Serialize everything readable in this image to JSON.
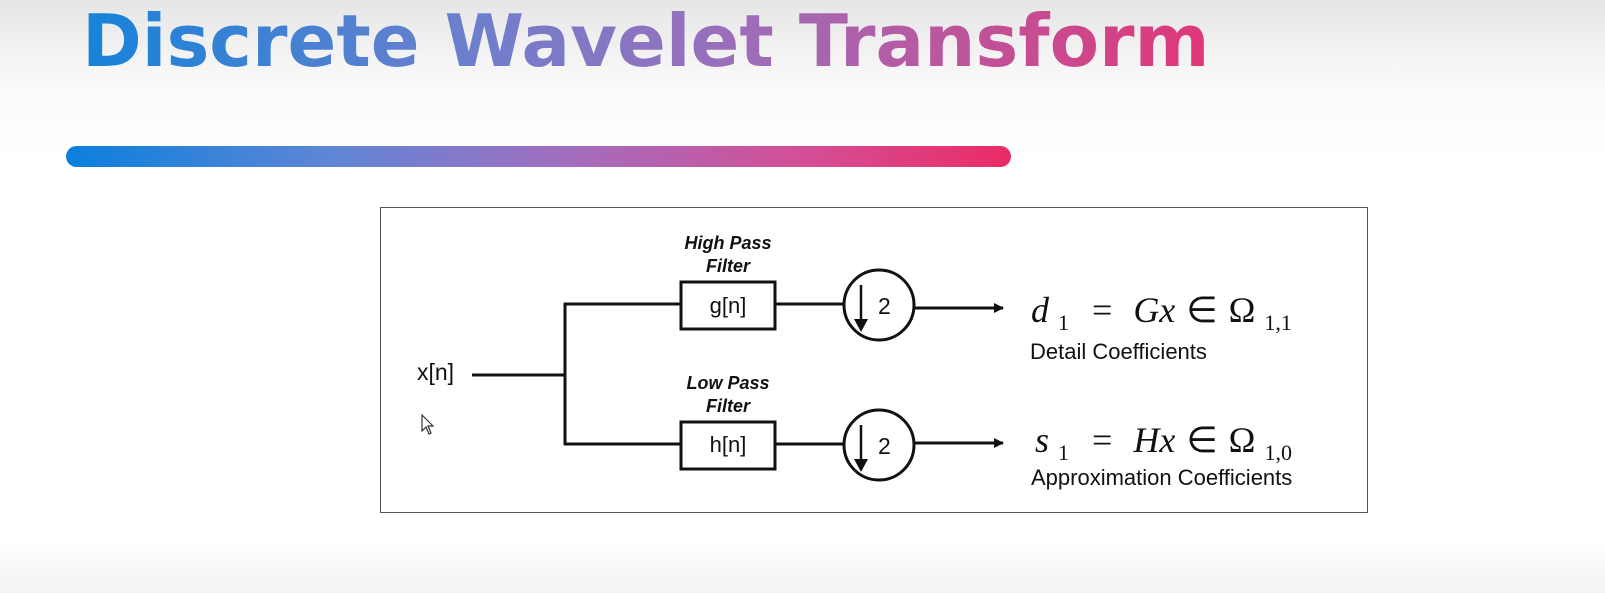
{
  "slide": {
    "title": "Discrete Wavelet Transform"
  },
  "diagram": {
    "input_label": "x[n]",
    "high_pass": {
      "title_line1": "High Pass",
      "title_line2": "Filter",
      "filter_label": "g[n]",
      "downsample_factor": "2"
    },
    "low_pass": {
      "title_line1": "Low Pass",
      "title_line2": "Filter",
      "filter_label": "h[n]",
      "downsample_factor": "2"
    },
    "detail_output": {
      "symbol": "d",
      "symbol_sub": "1",
      "equals_op": "Gx",
      "space": "Ω",
      "space_sub": "1,1",
      "caption": "Detail Coefficients"
    },
    "approx_output": {
      "symbol": "s",
      "symbol_sub": "1",
      "equals_op": "Hx",
      "space": "Ω",
      "space_sub": "1,0",
      "caption": "Approximation Coefficients"
    }
  }
}
